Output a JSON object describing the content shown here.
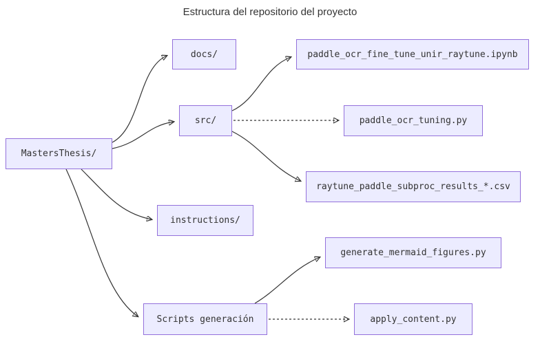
{
  "title": "Estructura del repositorio del proyecto",
  "colors": {
    "node_fill": "#ECECFF",
    "node_border": "#9370DB",
    "edge": "#333333",
    "text": "#333333"
  },
  "nodes": {
    "root": {
      "label": "MastersThesis/"
    },
    "docs": {
      "label": "docs/"
    },
    "src": {
      "label": "src/"
    },
    "ipynb": {
      "label": "paddle_ocr_fine_tune_unir_raytune.ipynb"
    },
    "tuning": {
      "label": "paddle_ocr_tuning.py"
    },
    "csv": {
      "label": "raytune_paddle_subproc_results_*.csv"
    },
    "instructions": {
      "label": "instructions/"
    },
    "mermaid": {
      "label": "generate_mermaid_figures.py"
    },
    "scripts": {
      "label": "Scripts generación"
    },
    "apply": {
      "label": "apply_content.py"
    }
  },
  "edges": [
    {
      "from": "root",
      "to": "docs",
      "style": "solid"
    },
    {
      "from": "root",
      "to": "src",
      "style": "solid"
    },
    {
      "from": "root",
      "to": "instructions",
      "style": "solid"
    },
    {
      "from": "root",
      "to": "scripts",
      "style": "solid"
    },
    {
      "from": "src",
      "to": "ipynb",
      "style": "solid"
    },
    {
      "from": "src",
      "to": "tuning",
      "style": "dashed"
    },
    {
      "from": "src",
      "to": "csv",
      "style": "solid"
    },
    {
      "from": "scripts",
      "to": "mermaid",
      "style": "solid"
    },
    {
      "from": "scripts",
      "to": "apply",
      "style": "dashed"
    }
  ]
}
